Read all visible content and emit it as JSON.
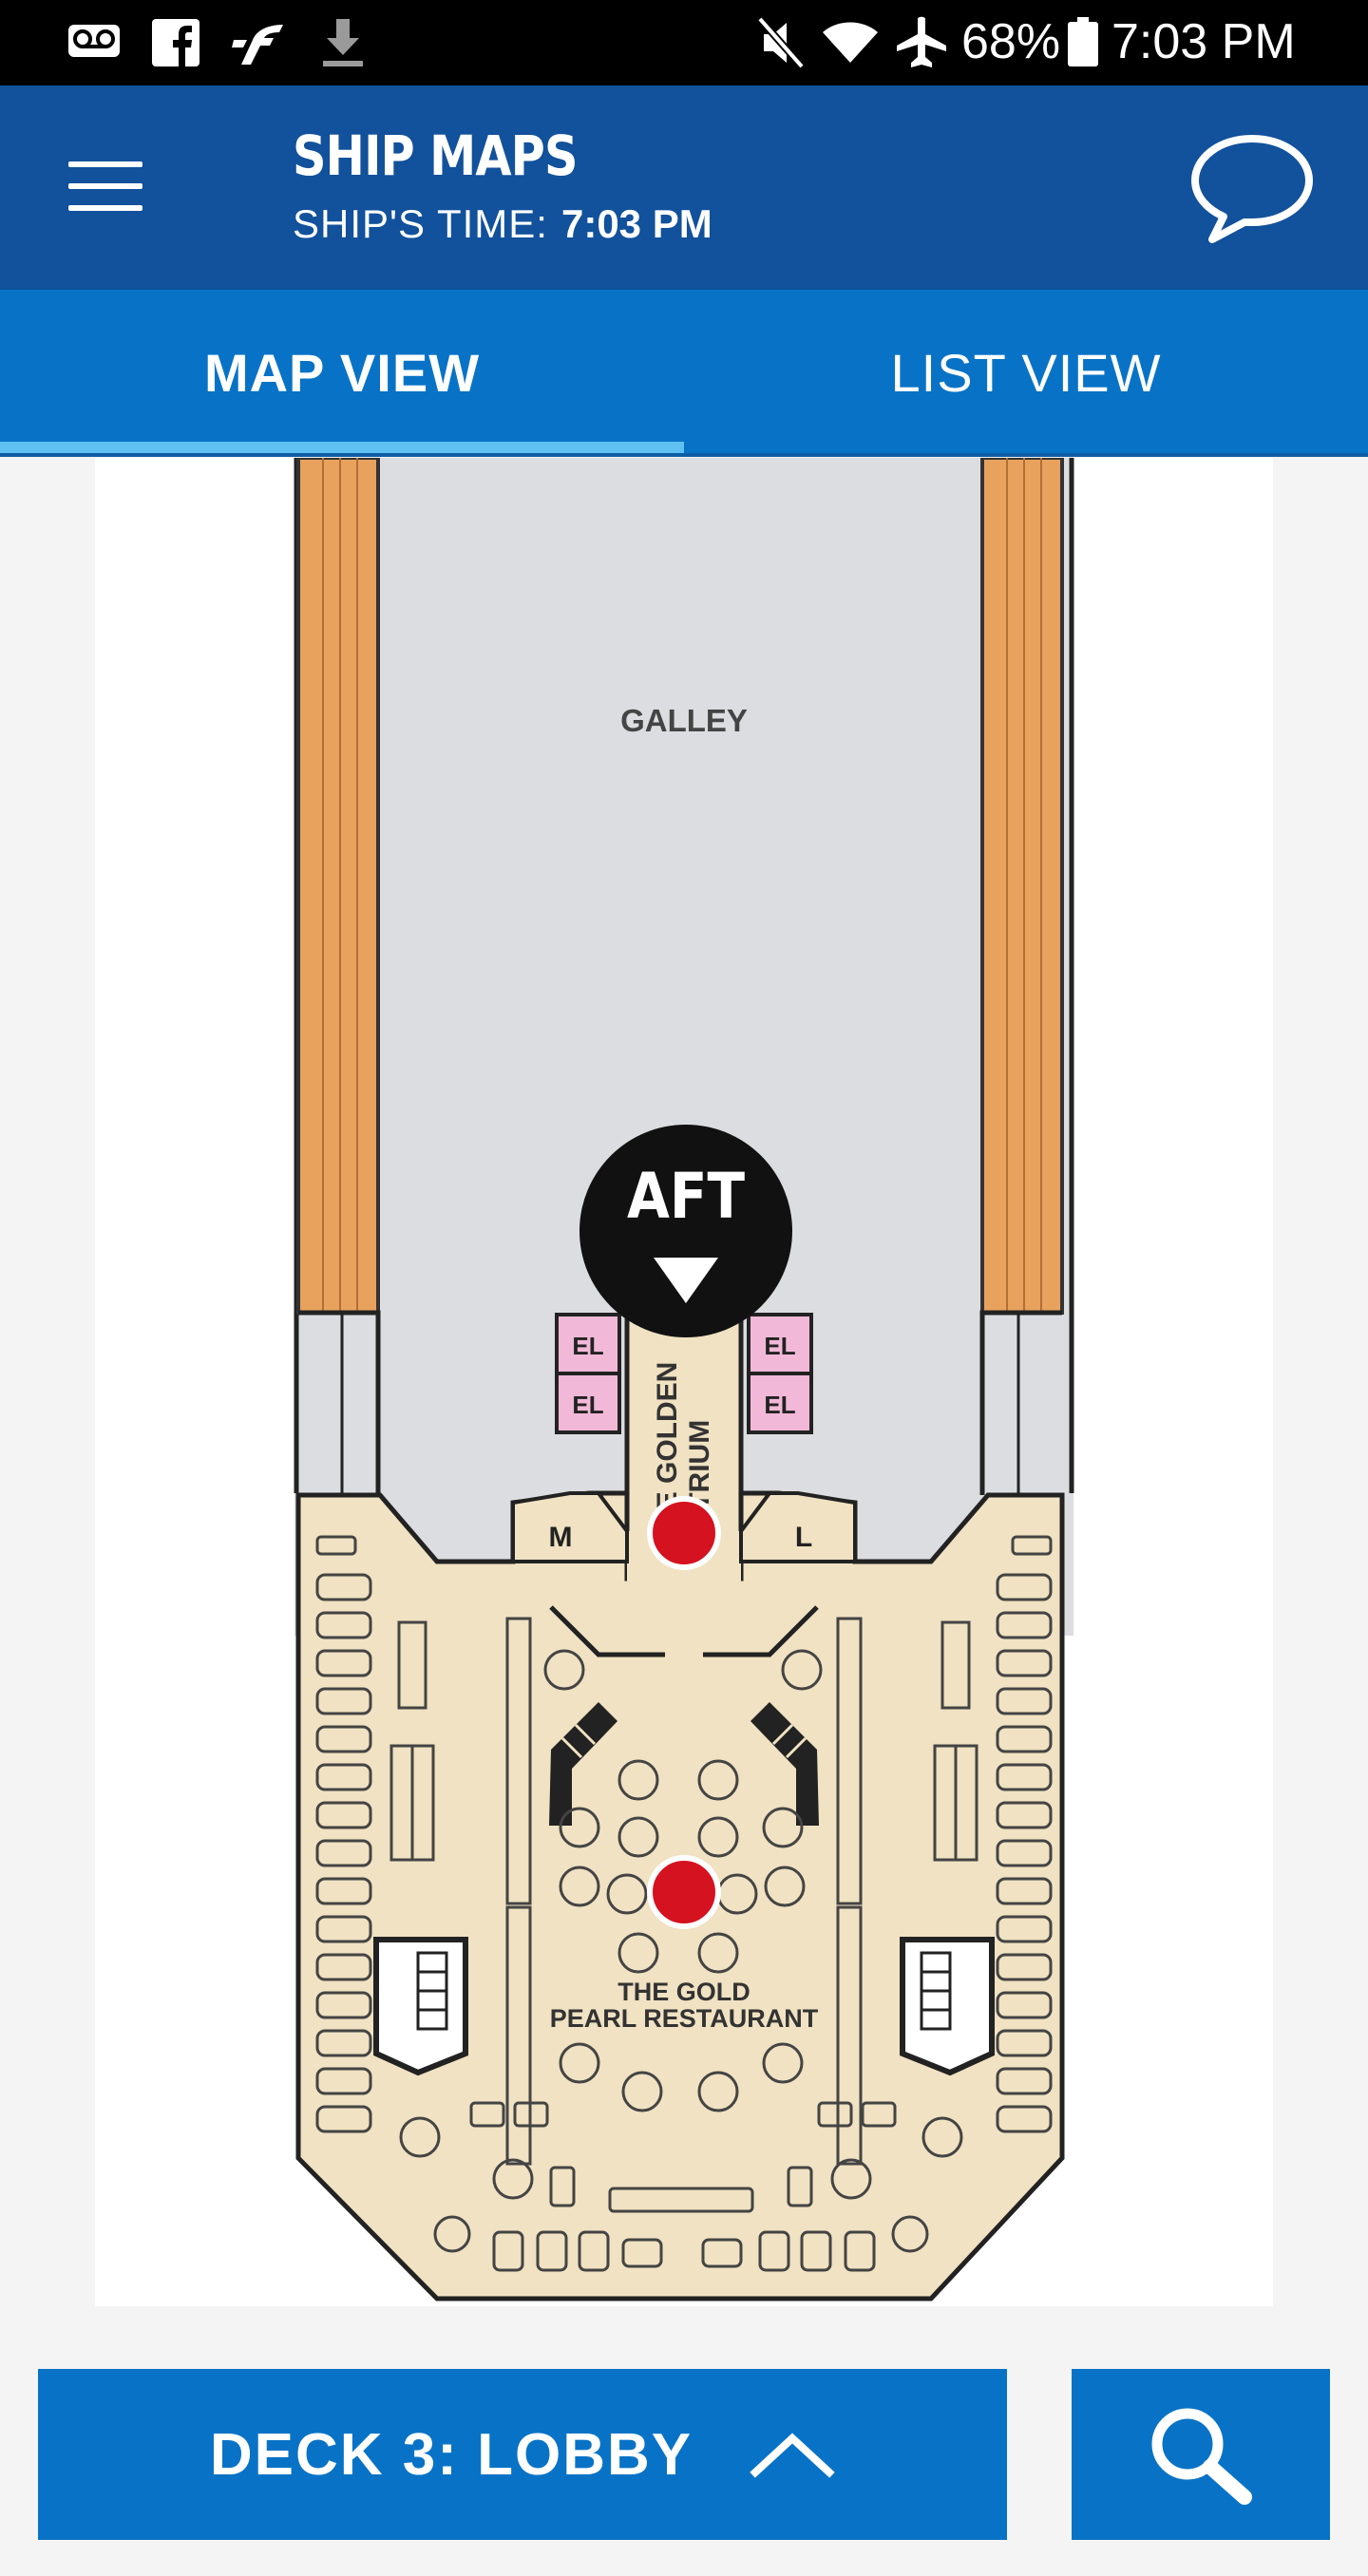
{
  "status_bar": {
    "battery": "68%",
    "time": "7:03 PM",
    "icons": [
      "voicemail-icon",
      "facebook-icon",
      "carnival-icon",
      "download-icon",
      "mute-icon",
      "wifi-icon",
      "airplane-icon",
      "battery-icon"
    ]
  },
  "header": {
    "title": "SHIP MAPS",
    "ship_time_label": "SHIP'S TIME:",
    "ship_time_value": "7:03 PM",
    "menu_icon": "hamburger-menu-icon",
    "chat_icon": "chat-bubble-icon"
  },
  "tabs": [
    {
      "label": "MAP VIEW",
      "active": true
    },
    {
      "label": "LIST VIEW",
      "active": false
    }
  ],
  "map": {
    "labels": {
      "galley": "GALLEY",
      "aft": "AFT",
      "el": "EL",
      "m": "M",
      "l": "L",
      "atrium_line1": "THE GOLDEN",
      "atrium_line2": "ATRIUM",
      "restaurant_line1": "THE GOLD",
      "restaurant_line2": "PEARL RESTAURANT"
    },
    "colors": {
      "galley": "#dcdde0",
      "deck_wood": "#e8a25e",
      "dining": "#f0e2c2",
      "elevator": "#f2b8d8",
      "marker": "#d5121f"
    }
  },
  "bottom_bar": {
    "deck_label": "DECK 3: LOBBY",
    "deck_chevron_icon": "chevron-up-icon",
    "search_icon": "search-icon"
  },
  "colors": {
    "status_bar": "#000000",
    "header": "#12519b",
    "tabs": "#0873c6",
    "tab_indicator": "#5ec1f2",
    "buttons": "#0873c6"
  }
}
